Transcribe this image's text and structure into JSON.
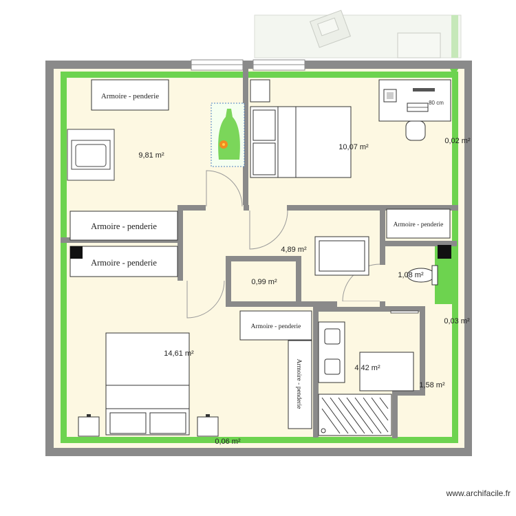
{
  "colors": {
    "floor": "#fdf8e2",
    "wall": "#8a8a8a",
    "accent": "#6dd34f",
    "terrace": "#f2f5ef"
  },
  "wardrobe_label": "Armoire - penderie",
  "rooms": {
    "bedroom_top_left": "9,81 m²",
    "bedroom_top_right": "10,07 m²",
    "corridor": "4,89 m²",
    "closet": "0,99 m²",
    "wc": "1,08 m²",
    "bedroom_bottom": "14,61 m²",
    "bathroom": "4,42 m²",
    "right_strip": "1,58 m²",
    "wall_top_right": "0,02 m²",
    "wall_right": "0,03 m²",
    "wall_bottom": "0,06 m²"
  },
  "desk_dimension": "80 cm",
  "watermark": "www.archifacile.fr"
}
